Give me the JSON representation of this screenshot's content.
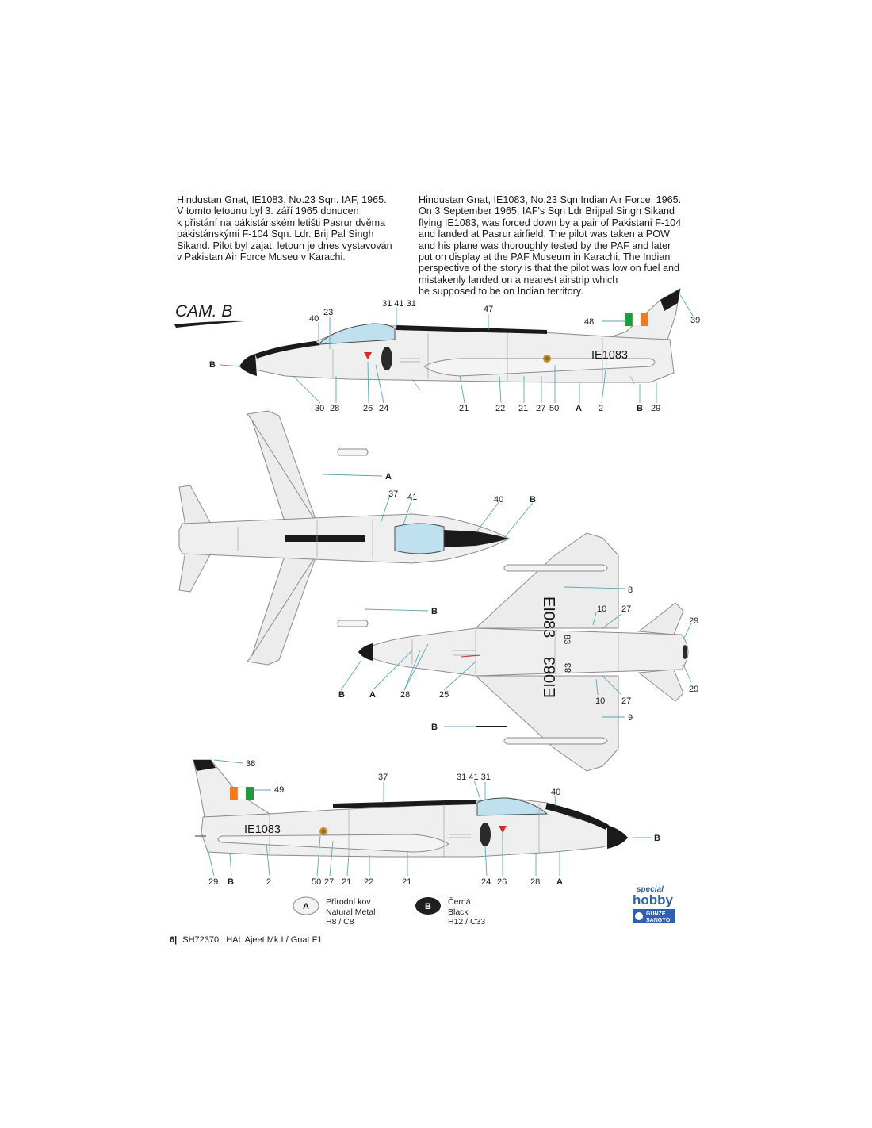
{
  "text_cz": [
    "Hindustan Gnat, IE1083, No.23 Sqn. IAF, 1965.",
    "V tomto letounu byl 3. září 1965 donucen",
    "k přistání na pákistánském letišti Pasrur dvěma",
    "pákistánskými F-104 Sqn. Ldr. Brij Pal Singh",
    "Sikand. Pilot byl zajat, letoun je dnes vystavován",
    "v Pakistan Air Force Museu v Karachi."
  ],
  "text_en": [
    "Hindustan Gnat, IE1083, No.23 Sqn Indian Air Force, 1965.",
    "On 3 September 1965, IAF's Sqn Ldr Brijpal Singh Sikand",
    "flying IE1083, was forced down by a pair of Pakistani F-104",
    "and landed at Pasrur airfield. The pilot was taken a POW",
    "and his plane was thoroughly tested by the PAF and later",
    "put on display at the PAF Museum in Karachi. The Indian",
    "perspective of the story is that the pilot was low on fuel and",
    "mistakenly landed on a nearest airstrip which",
    "he supposed to be on Indian territory."
  ],
  "scheme_title": "CAM. B",
  "serial": "IE1083",
  "serial_under": "EI083",
  "under_code": "83",
  "callouts": {
    "s1": [
      "40",
      "23",
      "31 41 31",
      "47",
      "48",
      "39",
      "B",
      "30",
      "28",
      "26",
      "24",
      "21",
      "22",
      "21",
      "27",
      "50",
      "A",
      "2",
      "B",
      "29"
    ],
    "top": [
      "A",
      "37",
      "41",
      "40",
      "B",
      "B"
    ],
    "bottom": [
      "8",
      "10",
      "27",
      "29",
      "B",
      "A",
      "28",
      "25",
      "10",
      "27",
      "29",
      "B",
      "9"
    ],
    "s2": [
      "38",
      "49",
      "37",
      "31 41 31",
      "40",
      "B",
      "29",
      "B",
      "2",
      "50",
      "27",
      "21",
      "22",
      "21",
      "24",
      "26",
      "28",
      "A"
    ]
  },
  "legend": [
    {
      "letter": "A",
      "cz": "Přírodní kov",
      "en": "Natural Metal",
      "codes": "H8 / C8"
    },
    {
      "letter": "B",
      "cz": "Černá",
      "en": "Black",
      "codes": "H12 / C33"
    }
  ],
  "logo": {
    "line1": "special",
    "line2": "hobby",
    "line3a": "GUNZE",
    "line3b": "SANGYO"
  },
  "footer": {
    "page": "6|",
    "kit": "SH72370",
    "title": "HAL Ajeet Mk.I / Gnat F1"
  },
  "colors": {
    "natural_metal": "#efefef",
    "black": "#1a1a1a",
    "india_saffron": "#f07a1c",
    "india_green": "#1f9a3c",
    "canopy": "#bfe0ee",
    "logo_blue": "#2f5fae",
    "leader": "#5aa9b0"
  }
}
